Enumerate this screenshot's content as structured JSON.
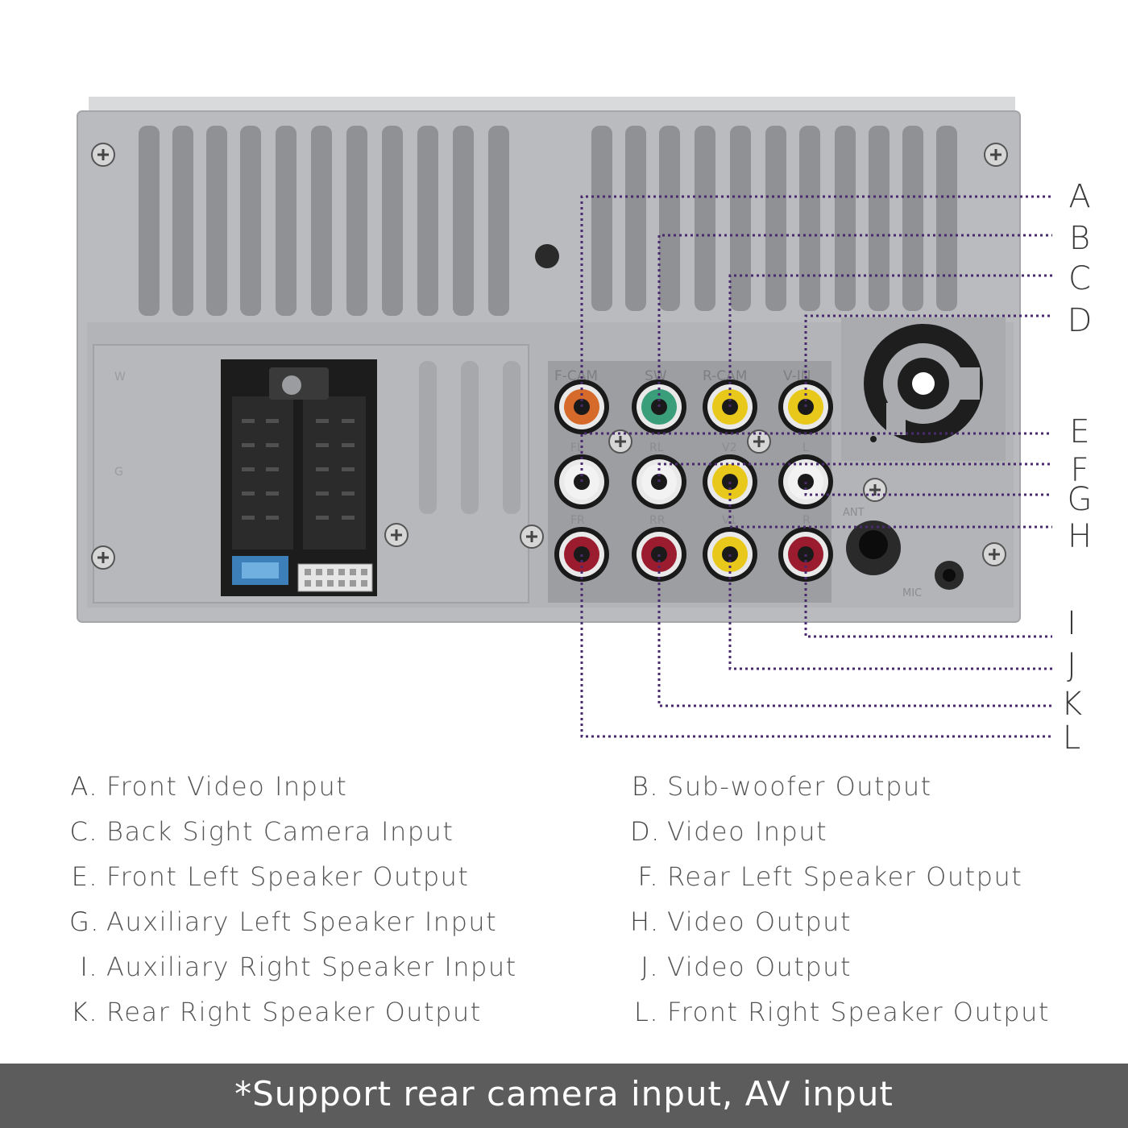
{
  "callouts": [
    "A",
    "B",
    "C",
    "D",
    "E",
    "F",
    "G",
    "H",
    "I",
    "J",
    "K",
    "L"
  ],
  "jack_labels": {
    "f_cam": "F-CAM",
    "sw": "SW",
    "r_cam": "R-CAM",
    "v_in": "V-IN",
    "fl": "FL",
    "rl": "RL",
    "v2": "V2",
    "l": "L",
    "fr": "FR",
    "rr": "RR",
    "v1": "V1",
    "r": "R",
    "ant": "ANT",
    "mic": "MIC"
  },
  "legend": [
    {
      "key": "A.",
      "text": "Front Video Input"
    },
    {
      "key": "B.",
      "text": "Sub-woofer Output"
    },
    {
      "key": "C.",
      "text": "Back Sight Camera Input"
    },
    {
      "key": "D.",
      "text": "Video Input"
    },
    {
      "key": "E.",
      "text": "Front Left Speaker Output"
    },
    {
      "key": "F.",
      "text": "Rear Left Speaker Output"
    },
    {
      "key": "G.",
      "text": "Auxiliary Left Speaker Input"
    },
    {
      "key": "H.",
      "text": "Video Output"
    },
    {
      "key": "I.",
      "text": "Auxiliary Right Speaker Input"
    },
    {
      "key": "J.",
      "text": "Video Output"
    },
    {
      "key": "K.",
      "text": "Rear Right Speaker Output"
    },
    {
      "key": "L.",
      "text": "Front Right Speaker Output"
    }
  ],
  "footer": "*Support rear camera input, AV input",
  "colors": {
    "panel": "#b9bbbe",
    "leader": "#4a2a6e",
    "footer_bg": "#5c5c5c",
    "rca_orange": "#d56a2a",
    "rca_green": "#3a9e7a",
    "rca_yellow": "#e8c81a",
    "rca_white": "#f2f2f2",
    "rca_red": "#9a1c2e"
  }
}
